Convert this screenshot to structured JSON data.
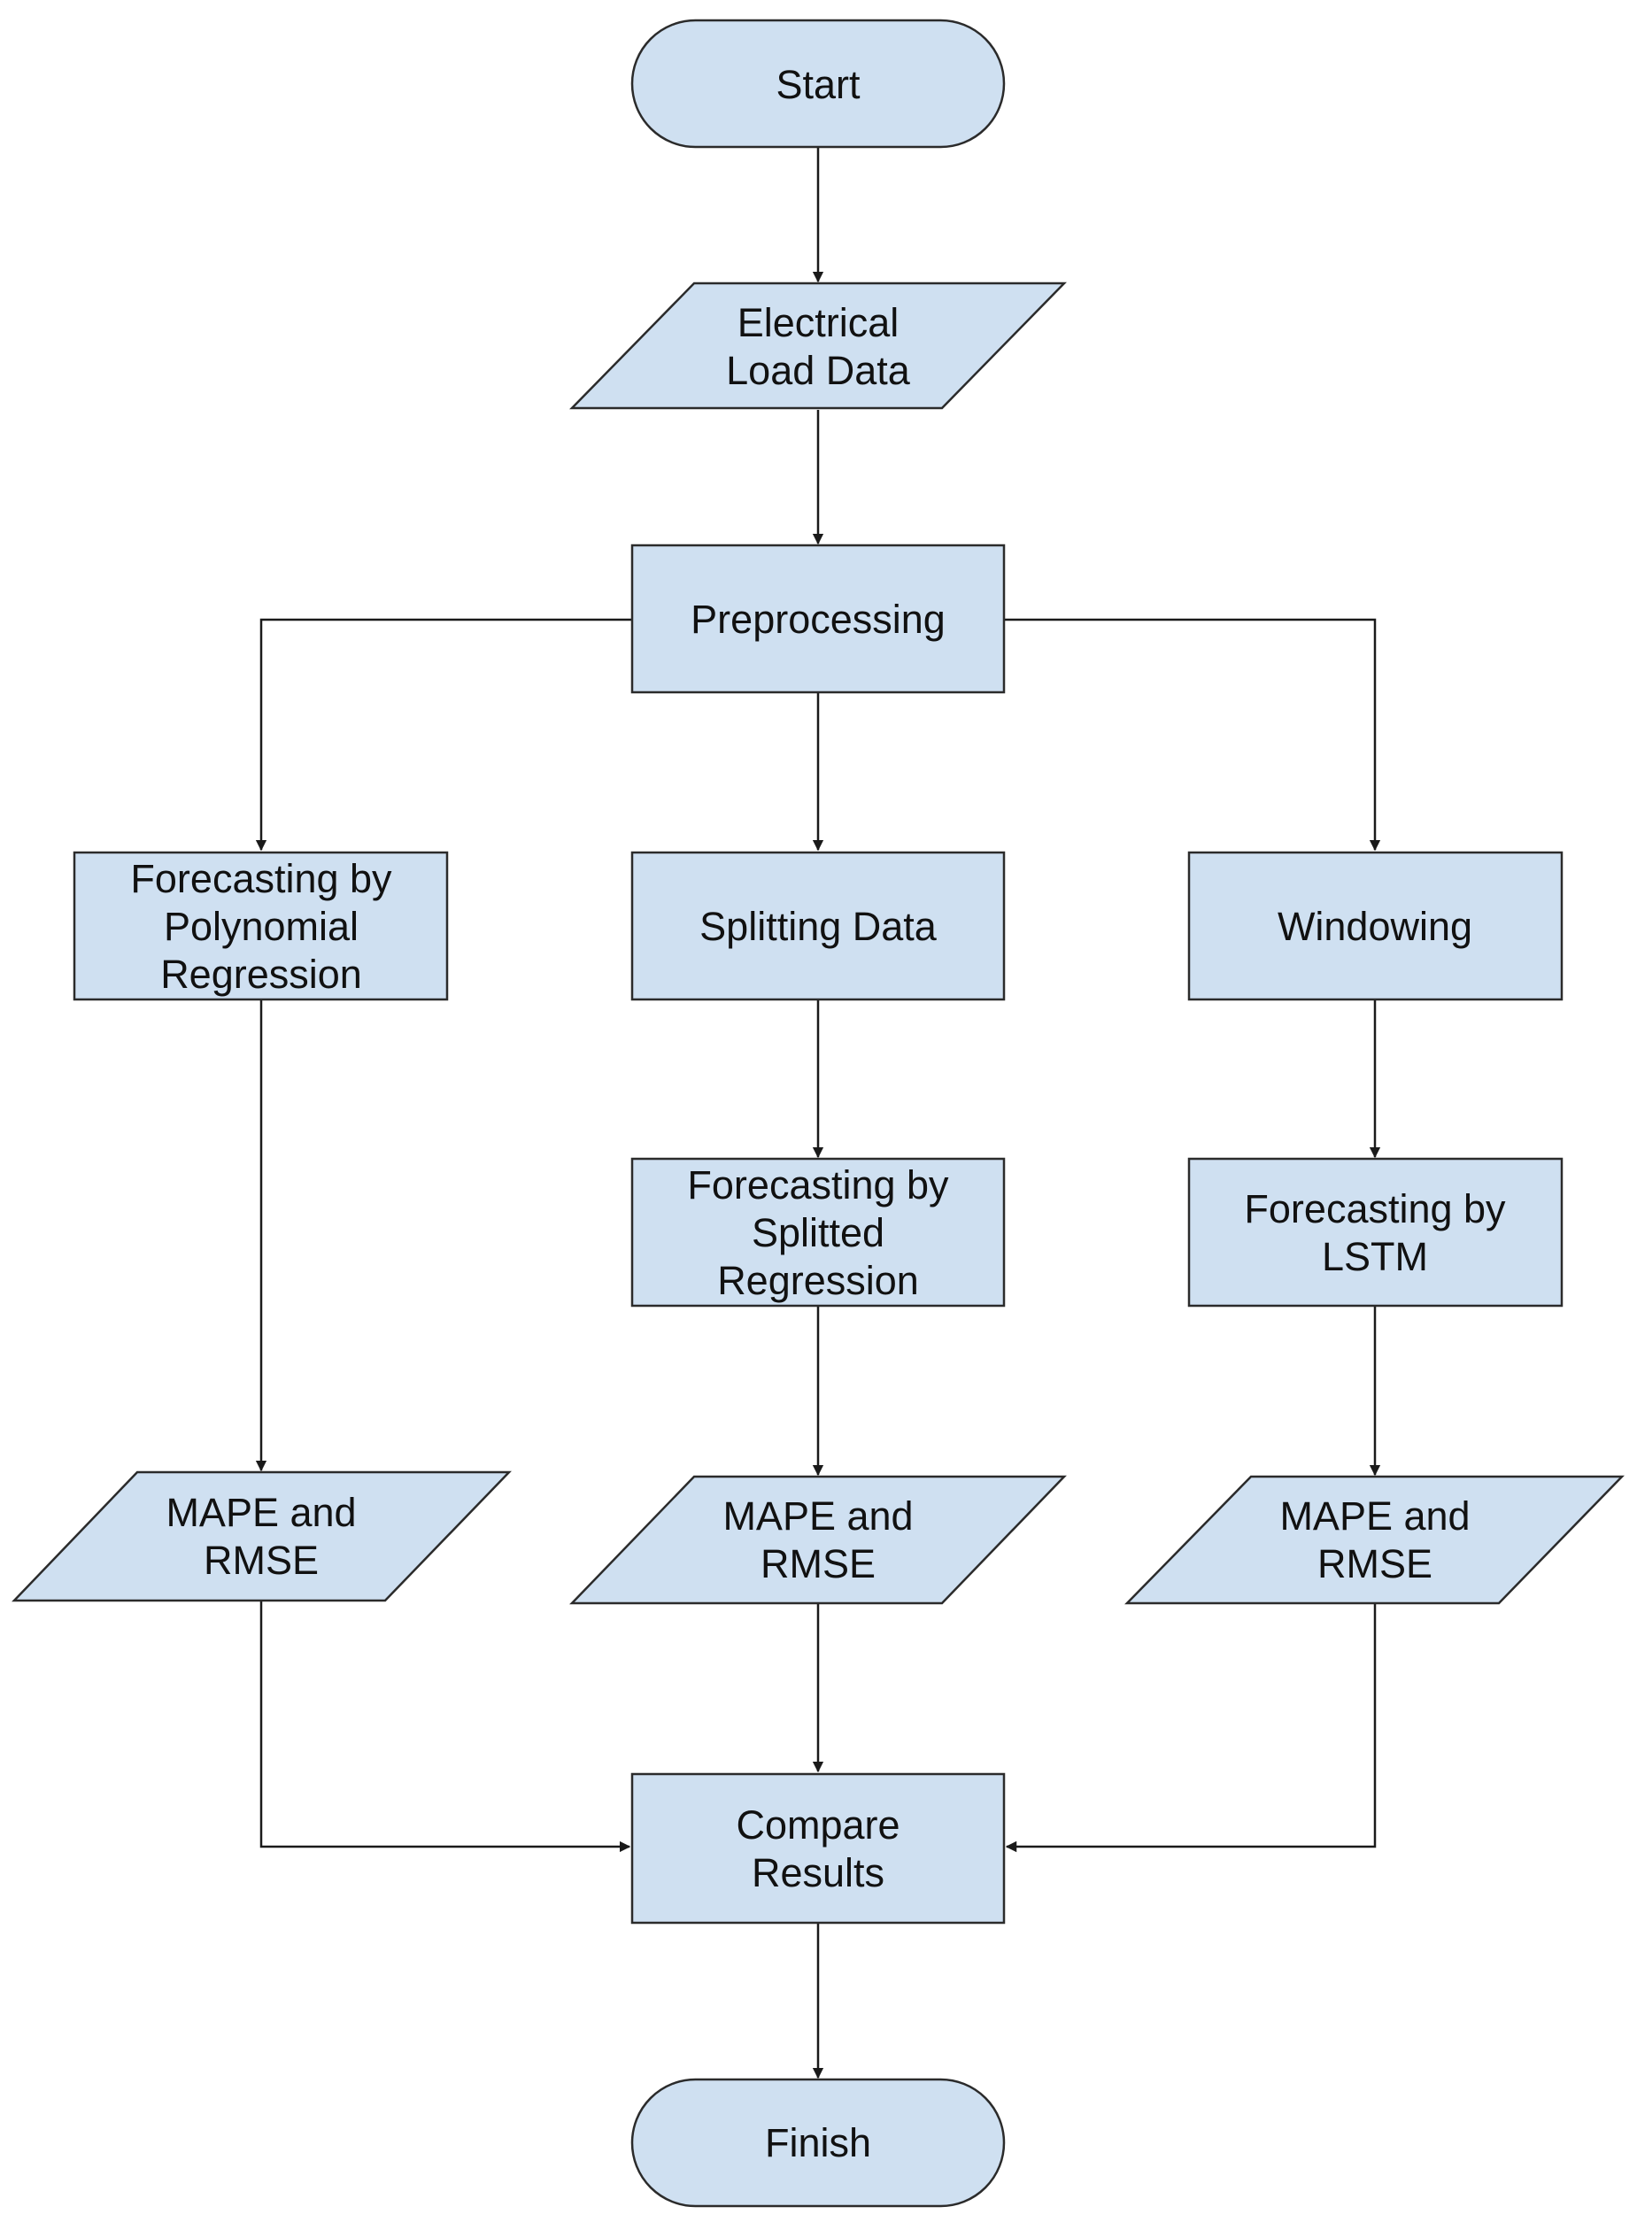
{
  "nodes": {
    "start": {
      "lines": [
        "Start"
      ]
    },
    "load_data": {
      "lines": [
        "Electrical",
        "Load Data"
      ]
    },
    "preprocessing": {
      "lines": [
        "Preprocessing"
      ]
    },
    "poly_forecast": {
      "lines": [
        "Forecasting by",
        "Polynomial",
        "Regression"
      ]
    },
    "splitting": {
      "lines": [
        "Splitting Data"
      ]
    },
    "windowing": {
      "lines": [
        "Windowing"
      ]
    },
    "split_forecast": {
      "lines": [
        "Forecasting by",
        "Splitted",
        "Regression"
      ]
    },
    "lstm_forecast": {
      "lines": [
        "Forecasting by",
        "LSTM"
      ]
    },
    "metrics_left": {
      "lines": [
        "MAPE and",
        "RMSE"
      ]
    },
    "metrics_center": {
      "lines": [
        "MAPE and",
        "RMSE"
      ]
    },
    "metrics_right": {
      "lines": [
        "MAPE and",
        "RMSE"
      ]
    },
    "compare": {
      "lines": [
        "Compare",
        "Results"
      ]
    },
    "finish": {
      "lines": [
        "Finish"
      ]
    }
  },
  "colors": {
    "fill": "#cfe0f1",
    "stroke": "#2b2b2b",
    "edge": "#1a1a1a",
    "text": "#111111"
  }
}
